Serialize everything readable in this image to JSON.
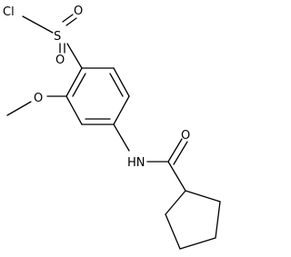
{
  "molecule": {
    "atoms": {
      "cl": "Cl",
      "s": "S",
      "o_top": "O",
      "o_right": "O",
      "o_methoxy": "O",
      "nh": "HN",
      "o_carbonyl": "O"
    }
  },
  "colors": {
    "bond": "#000000",
    "label": "#000000",
    "background": "#ffffff"
  }
}
